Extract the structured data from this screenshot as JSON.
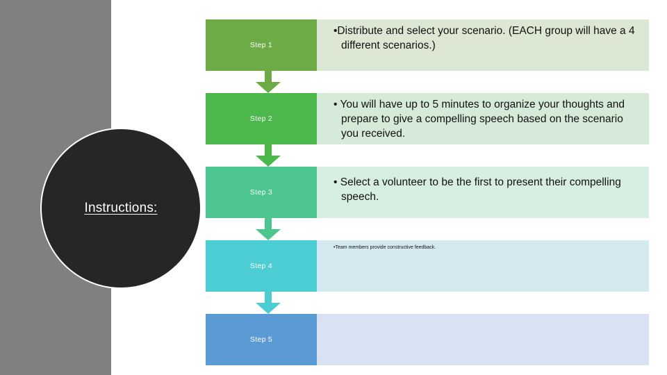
{
  "slide": {
    "background": "#ffffff",
    "grey_panel_color": "#7f8080"
  },
  "circle": {
    "label": "Instructions:",
    "fill": "#262626",
    "border": "#ffffff",
    "text_color": "#ffffff"
  },
  "flow": {
    "steps": [
      {
        "label": "Step 1",
        "box_color": "#6cab45",
        "panel_color": "#dce8d4",
        "arrow_color": "#6cab45",
        "text": "•Distribute and select your scenario. (EACH group will have a 4 different scenarios.)",
        "text_size": "normal"
      },
      {
        "label": "Step 2",
        "box_color": "#4cb84c",
        "panel_color": "#d5ead9",
        "arrow_color": "#4cb84c",
        "text": "• You will have up to 5 minutes to organize your thoughts and prepare to give a compelling speech based on the scenario you received.",
        "text_size": "normal"
      },
      {
        "label": "Step 3",
        "box_color": "#4cc68e",
        "panel_color": "#d7eee2",
        "arrow_color": "#4cc68e",
        "text": "• Select a volunteer to be the first to present their compelling speech.",
        "text_size": "normal"
      },
      {
        "label": "Step 4",
        "box_color": "#4ccdd4",
        "panel_color": "#d5eaf0",
        "arrow_color": "#4ccdd4",
        "text": "•Team members provide constructive feedback.",
        "text_size": "small"
      },
      {
        "label": "Step 5",
        "box_color": "#5b9bd5",
        "panel_color": "#d9e2f3",
        "arrow_color": "",
        "text": "",
        "text_size": "normal"
      }
    ]
  }
}
